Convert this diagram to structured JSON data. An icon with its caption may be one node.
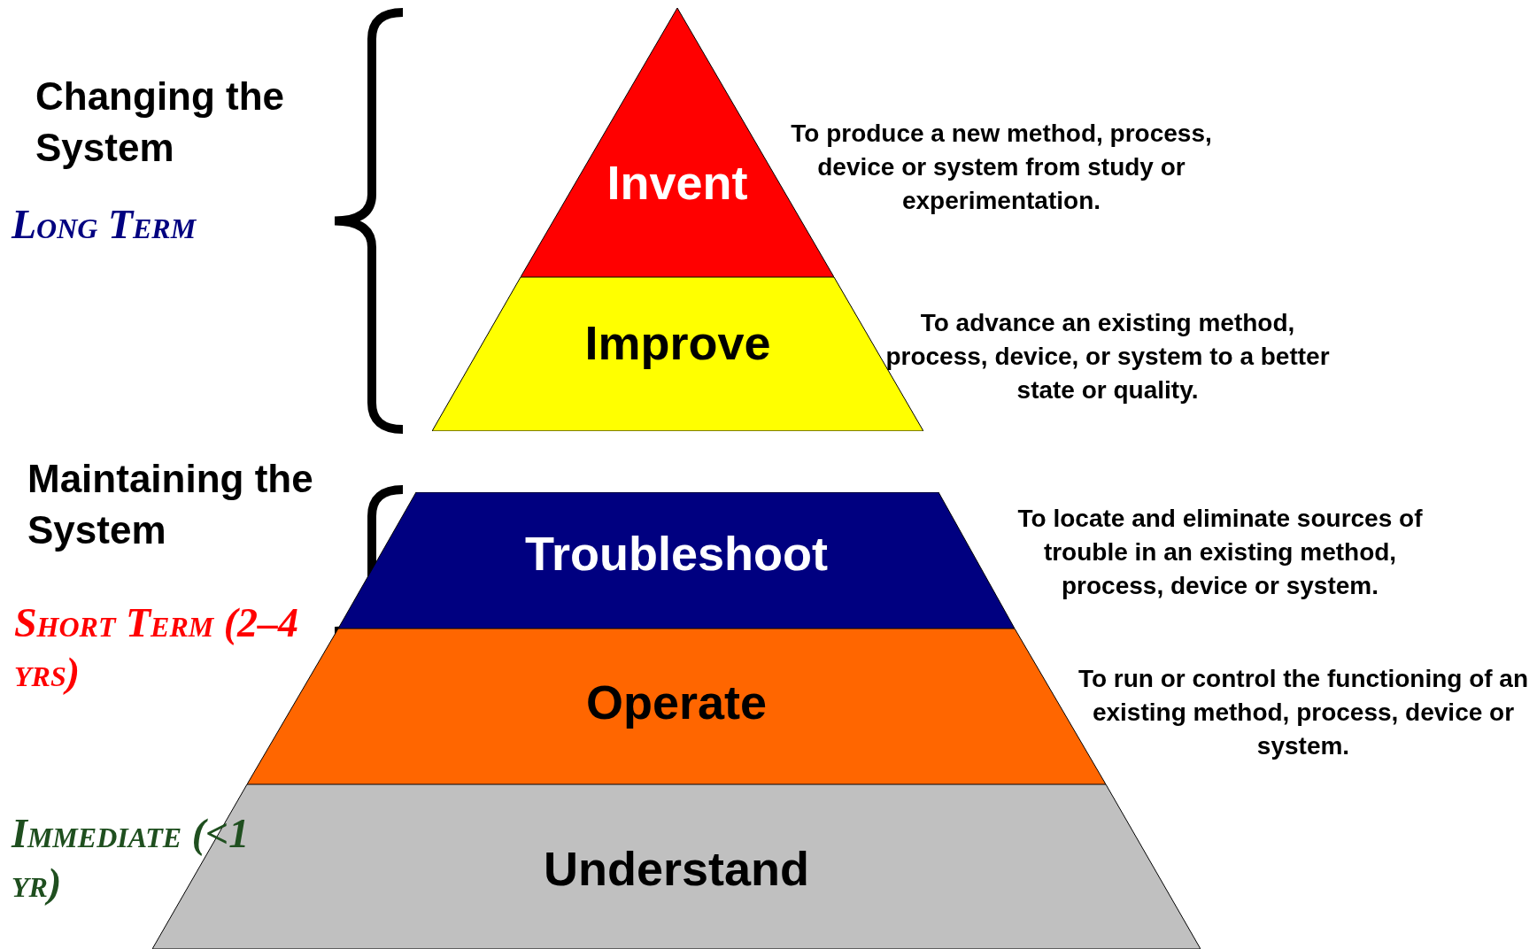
{
  "diagram": {
    "nodes": [
      {
        "text": [
          "Invent"
        ],
        "beside": [
          "To produce a new method, process, device or system from study or experimentation."
        ]
      },
      {
        "text": [
          "Improve"
        ],
        "beside": [
          "To advance an existing method, process, device, or system to a better state or quality."
        ]
      },
      {
        "text": [
          "Troubleshoot"
        ],
        "beside": [
          "To locate and eliminate sources of trouble in an existing method, process, device or system."
        ]
      },
      {
        "text": [
          "Operate"
        ],
        "beside": [
          "To run or control the functioning of an existing method, process, device or system."
        ]
      },
      {
        "text": [
          "Understand"
        ]
      }
    ],
    "edges": [],
    "labels": [
      "Changing the System",
      "Long Term",
      "Maintaining the System",
      "Short Term (2–4 yrs)",
      "Immediate (<1 yr)"
    ]
  }
}
